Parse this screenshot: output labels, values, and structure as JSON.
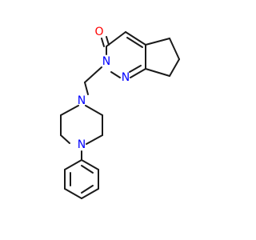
{
  "molecule": {
    "atoms": {
      "carbonyl_oxygen": {
        "symbol": "O"
      },
      "n_ring_2": {
        "symbol": "N"
      },
      "n_ring_1": {
        "symbol": "N"
      },
      "piperazine_n_top": {
        "symbol": "N"
      },
      "piperazine_n_bottom": {
        "symbol": "N"
      }
    },
    "colors": {
      "bond": "#1a1a1a",
      "oxygen": "#ff0000",
      "nitrogen": "#0000ff",
      "background": "#ffffff"
    }
  }
}
